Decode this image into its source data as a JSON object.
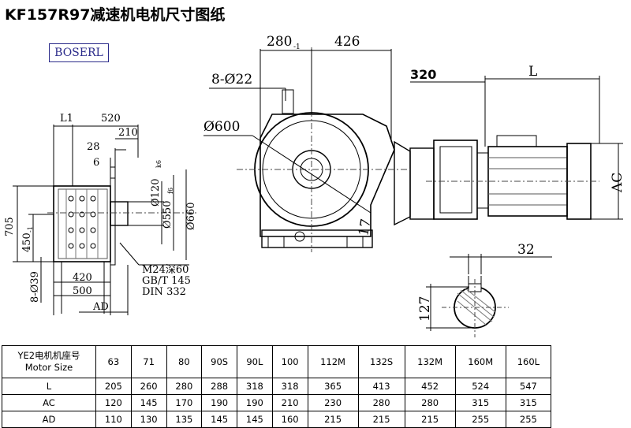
{
  "title": "KF157R97减速机电机尺寸图纸",
  "brand": "BOSERL",
  "dimensions": {
    "side_view": {
      "L1": "L1",
      "d520": "520",
      "d28": "28",
      "d210": "210",
      "d6": "6",
      "d120": "Ø120",
      "d120_tol": "k6",
      "d550": "Ø550",
      "d550_tol": "f6",
      "d660": "Ø660",
      "d705": "705",
      "d450": "450",
      "d450_tol": "-1",
      "d8_039": "8-Ø39",
      "d420": "420",
      "d500": "500",
      "AD": "AD",
      "thread": "M24深60",
      "std1": "GB/T 145",
      "std2": "DIN 332"
    },
    "front_view": {
      "d280": "280",
      "d280_tol": "-1",
      "d426": "426",
      "d8_022": "8-Ø22",
      "d600": "Ø600",
      "d17": "17",
      "d320": "320",
      "L": "L",
      "AC": "AC"
    },
    "shaft_section": {
      "d32": "32",
      "d127": "127"
    }
  },
  "table": {
    "header_line1": "YE2电机机座号",
    "header_line2": "Motor Size",
    "sizes": [
      "63",
      "71",
      "80",
      "90S",
      "90L",
      "100",
      "112M",
      "132S",
      "132M",
      "160M",
      "160L"
    ],
    "rows": [
      {
        "label": "L",
        "values": [
          "205",
          "260",
          "280",
          "288",
          "318",
          "318",
          "365",
          "413",
          "452",
          "524",
          "547"
        ]
      },
      {
        "label": "AC",
        "values": [
          "120",
          "145",
          "170",
          "190",
          "190",
          "210",
          "230",
          "280",
          "280",
          "315",
          "315"
        ]
      },
      {
        "label": "AD",
        "values": [
          "110",
          "130",
          "135",
          "145",
          "145",
          "160",
          "215",
          "215",
          "215",
          "255",
          "255"
        ]
      }
    ]
  }
}
